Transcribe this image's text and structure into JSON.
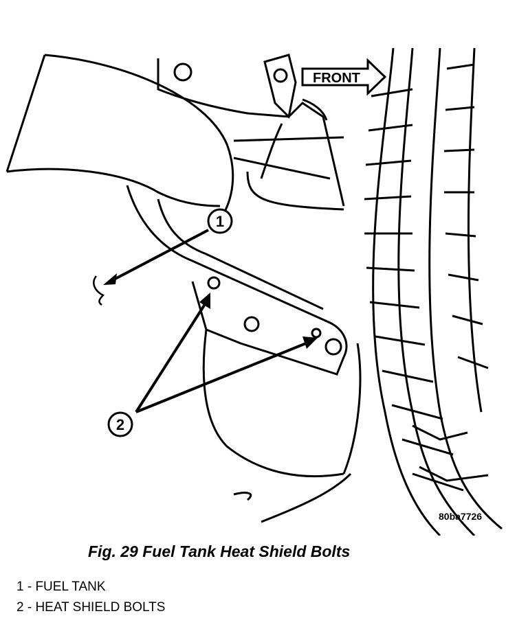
{
  "figure": {
    "front_label": "FRONT",
    "callout_fuel_tank": "1",
    "callout_heat_shield_bolts": "2",
    "drawing_id": "80ba7726",
    "caption": "Fig. 29 Fuel Tank Heat Shield Bolts"
  },
  "legend": [
    {
      "text": "1 - FUEL TANK"
    },
    {
      "text": "2 - HEAT SHIELD BOLTS"
    }
  ]
}
